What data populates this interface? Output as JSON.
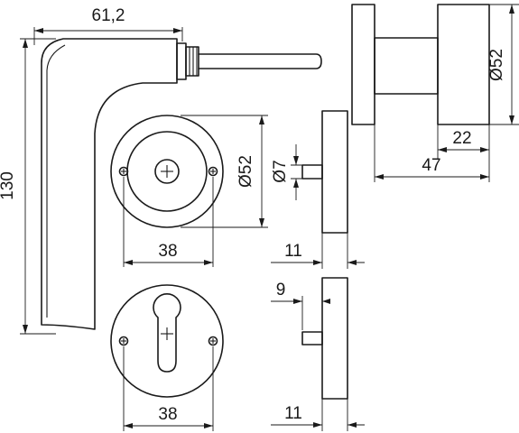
{
  "dimensions": {
    "handle_width": "61,2",
    "handle_height": "130",
    "rosette_diameter": "Ø52",
    "spindle_diameter": "Ø7",
    "screw_spacing_top": "38",
    "screw_spacing_bottom": "38",
    "rosette_thickness_top": "11",
    "rosette_thickness_bottom": "11",
    "cylinder_offset": "9",
    "knob_diameter": "Ø52",
    "knob_depth": "22",
    "knob_projection": "47"
  }
}
